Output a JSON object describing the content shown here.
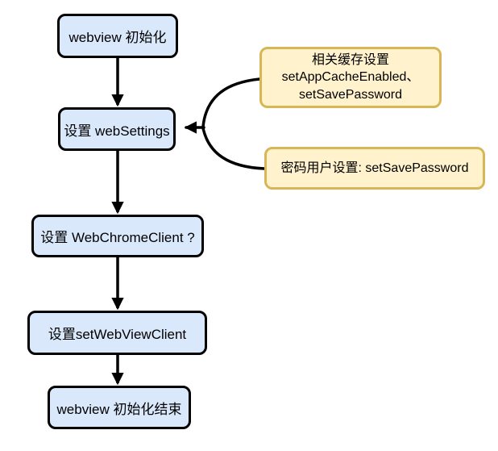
{
  "diagram": {
    "type": "flowchart",
    "nodes": [
      {
        "id": "node-webview-init",
        "label": "webview 初始化"
      },
      {
        "id": "node-websettings",
        "label": "设置 webSettings"
      },
      {
        "id": "node-webchromeclient",
        "label": "设置 WebChromeClient ?"
      },
      {
        "id": "node-setwebviewclient",
        "label": "设置setWebViewClient"
      },
      {
        "id": "node-webview-init-end",
        "label": "webview 初始化结束"
      }
    ],
    "annotations": [
      {
        "id": "note-cache",
        "lines": [
          "相关缓存设置",
          "setAppCacheEnabled、",
          "setSavePassword"
        ],
        "points_to": "node-websettings"
      },
      {
        "id": "note-password",
        "lines": [
          "密码用户设置: setSavePassword"
        ],
        "points_to": "node-websettings"
      }
    ],
    "edges": [
      {
        "from": "node-webview-init",
        "to": "node-websettings",
        "style": "straight-arrow"
      },
      {
        "from": "node-websettings",
        "to": "node-webchromeclient",
        "style": "straight-arrow"
      },
      {
        "from": "node-webchromeclient",
        "to": "node-setwebviewclient",
        "style": "straight-arrow"
      },
      {
        "from": "node-setwebviewclient",
        "to": "node-webview-init-end",
        "style": "straight-arrow"
      },
      {
        "from": "note-cache",
        "to": "node-websettings",
        "style": "curved-arrow"
      },
      {
        "from": "note-password",
        "to": "node-websettings",
        "style": "curved-arrow"
      }
    ],
    "colors": {
      "node_fill": "#dae8fc",
      "node_border": "#000000",
      "note_fill": "#fff2cc",
      "note_border": "#d6b656",
      "arrow": "#000000",
      "background": "#ffffff",
      "text": "#000000"
    }
  }
}
